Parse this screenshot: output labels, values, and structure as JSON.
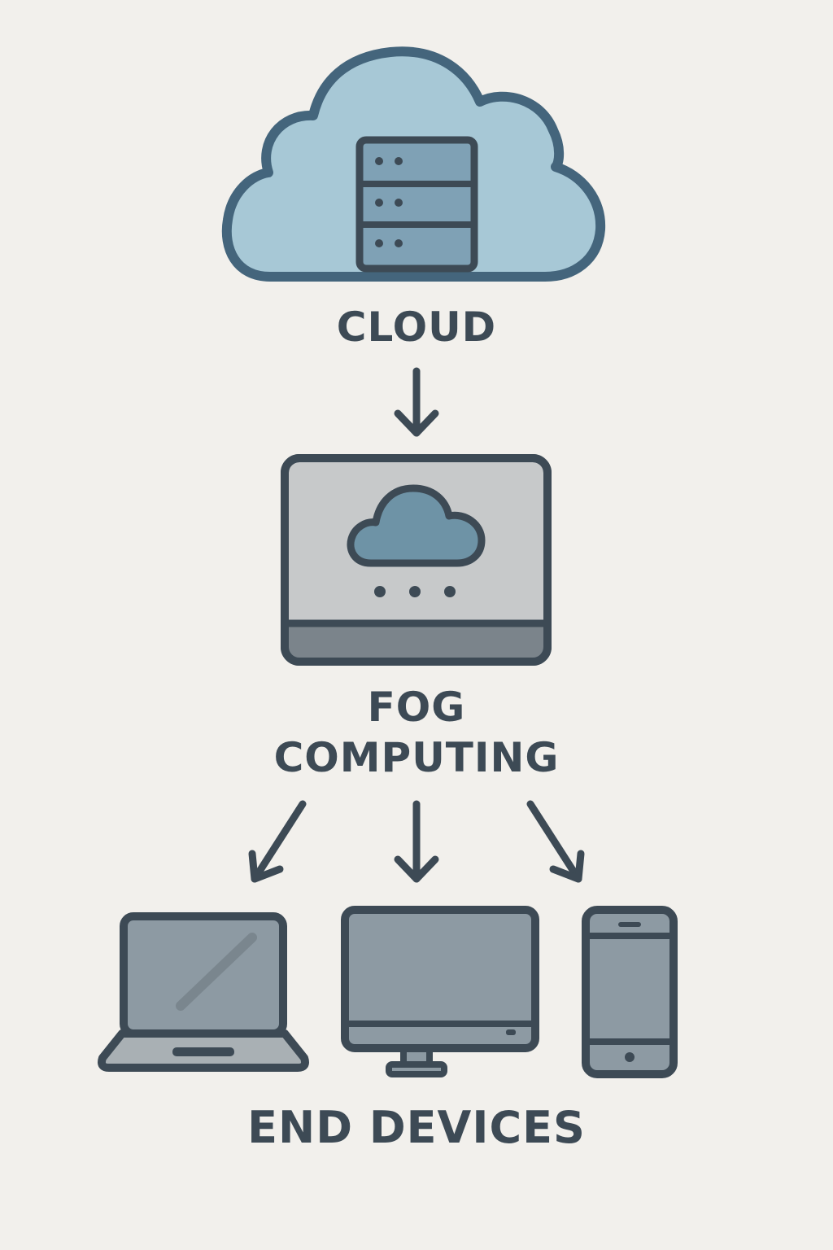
{
  "colors": {
    "background": "#f2f0ec",
    "outline": "#3d4a55",
    "cloud_fill": "#a7c8d6",
    "cloud_stroke": "#4b6e86",
    "server_fill": "#7fa1b5",
    "fog_panel": "#c7c9ca",
    "fog_base": "#7b848b",
    "fog_cloud": "#6e93a6",
    "device_screen": "#8d9aa3",
    "device_body": "#a9b0b4",
    "label_text": "#3d4a55"
  },
  "layers": {
    "cloud": {
      "label": "CLOUD",
      "icons": [
        "cloud-icon",
        "server-rack-icon"
      ]
    },
    "fog": {
      "label_line1": "FOG",
      "label_line2": "COMPUTING",
      "icons": [
        "fog-node-monitor-icon",
        "small-cloud-icon"
      ]
    },
    "end_devices": {
      "label": "END DEVICES",
      "devices": [
        "laptop-icon",
        "desktop-monitor-icon",
        "smartphone-icon"
      ]
    }
  },
  "connections": [
    {
      "from": "cloud",
      "to": "fog",
      "direction": "down"
    },
    {
      "from": "fog",
      "to": "laptop",
      "direction": "down-left"
    },
    {
      "from": "fog",
      "to": "desktop",
      "direction": "down"
    },
    {
      "from": "fog",
      "to": "smartphone",
      "direction": "down-right"
    }
  ]
}
